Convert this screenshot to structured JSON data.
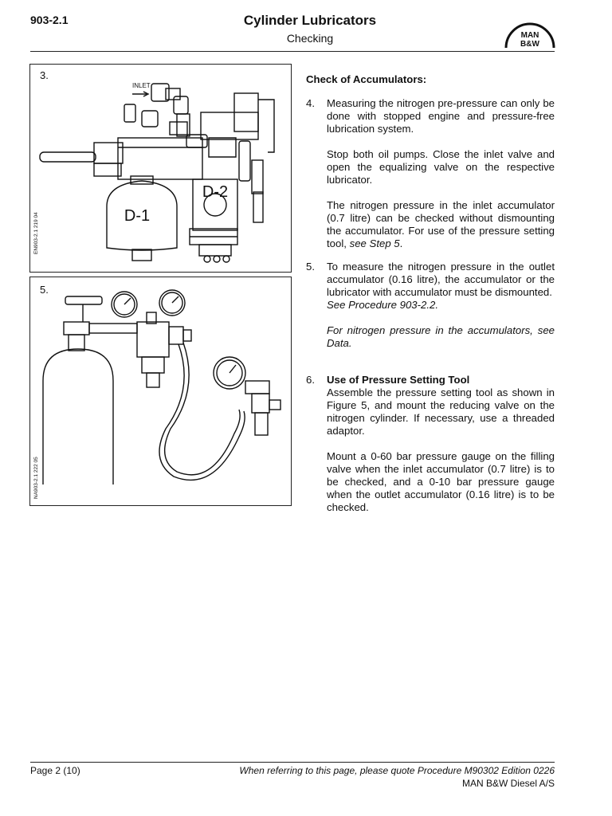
{
  "header": {
    "code": "903-2.1",
    "title": "Cylinder Lubricators",
    "subtitle": "Checking",
    "logo_text_top": "MAN",
    "logo_text_bottom": "B&W"
  },
  "figures": [
    {
      "number": "3.",
      "id": "EN903-2.1 219 04",
      "labels": {
        "inlet": "INLET",
        "d1": "D-1",
        "d2": "D-2"
      }
    },
    {
      "number": "5.",
      "id": "NA903-2.1 222 05"
    }
  ],
  "content": {
    "heading": "Check of Accumulators:",
    "step4": {
      "num": "4.",
      "p1": "Measuring the nitrogen pre-pressure can only be done with stopped engine and pressure-free lubrication system.",
      "p2": "Stop both oil pumps. Close the inlet valve and open the equalizing valve on the respective lubricator.",
      "p3a": "The nitrogen pressure in the inlet accumulator (0.7 litre) can be checked without dismounting the accumulator. For use of the pressure setting tool, ",
      "p3b": "see Step 5",
      "p3c": "."
    },
    "step5": {
      "num": "5.",
      "p1": "To measure the nitrogen pressure in the outlet accumulator (0.16 litre), the accumulator or the lubricator with accumulator must be dismounted.",
      "p1_ref": "See Procedure 903-2.2.",
      "p2": "For nitrogen pressure in the accumulators, see Data."
    },
    "step6": {
      "num": "6.",
      "title": "Use of Pressure Setting Tool",
      "p1": "Assemble the pressure setting tool as shown in Figure 5, and mount the reducing valve on the nitrogen cylinder. If necessary, use a threaded adaptor.",
      "p2": "Mount a 0-60 bar pressure gauge on the filling valve when the inlet accumulator (0.7 litre) is to be checked, and a 0-10 bar pressure gauge when the outlet accumulator (0.16 litre) is to be checked."
    }
  },
  "footer": {
    "page": "Page 2 (10)",
    "note": "When referring to this page, please quote Procedure M90302 Edition 0226",
    "company": "MAN B&W Diesel A/S"
  }
}
